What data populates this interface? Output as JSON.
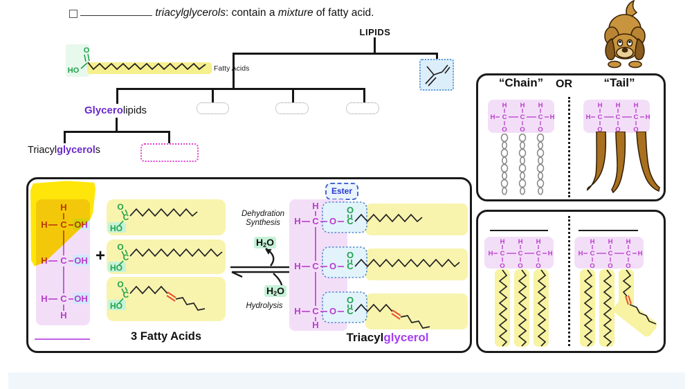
{
  "question": {
    "term": "triacylglycerols",
    "mid": ": contain a ",
    "emphasis": "mixture",
    "end": " of fatty acid."
  },
  "tree": {
    "root": "LIPIDS",
    "fatty_acids": "Fatty Acids",
    "glycero": "Glycero",
    "lipids_suffix": "lipids",
    "triacyl": "Triacyl",
    "glycerol_mid": "glycerol",
    "s_suffix": "s"
  },
  "atoms": {
    "H": "H",
    "C": "C",
    "O": "O",
    "OH": "OH",
    "HO": "HO"
  },
  "chain_tail": {
    "chain": "“Chain”",
    "or": "OR",
    "tail": "“Tail”"
  },
  "reaction": {
    "plus": "+",
    "dehydration_1": "Dehydration",
    "dehydration_2": "Synthesis",
    "water_H": "H",
    "water_sub": "2",
    "water_O": "O",
    "hydrolysis": "Hydrolysis",
    "reactants_label": "3 Fatty Acids",
    "ester": "Ester",
    "product_prefix": "Triacyl",
    "product_suffix": "glycerol"
  },
  "icons": {
    "dog": "crouching-puppy-cartoon",
    "tails": "dog-tails",
    "chain_links": "chain-links",
    "checkbox": "empty-checkbox"
  },
  "colors": {
    "purple_accent": "#6a28cc",
    "violet_label": "#a63df2",
    "backbone_magenta": "#b83ccb",
    "atom_green": "#1fa24a",
    "highlight_yellow": "#ffe60a",
    "box_yellow": "#f8f4ae",
    "lavender": "#f3def8",
    "mint": "#c6f2d8",
    "ester_blue": "#2438d2",
    "red_bond": "#e8502c",
    "tail_brown": "#a8701f"
  }
}
